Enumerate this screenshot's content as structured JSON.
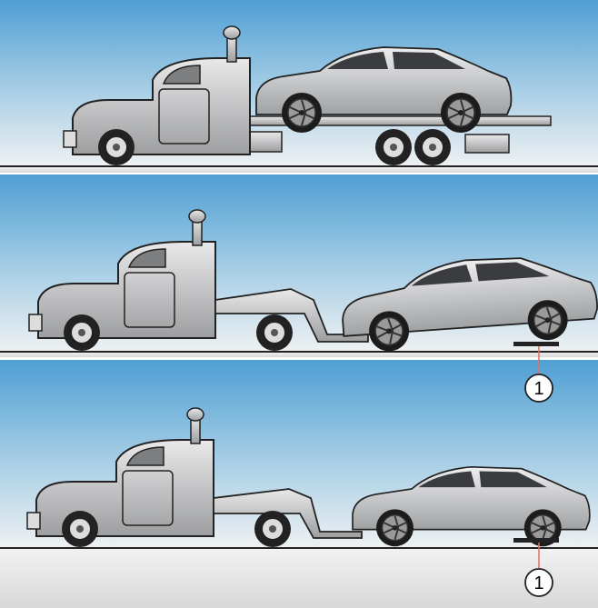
{
  "panels": [
    {
      "name": "flatbed-towing",
      "callout": null
    },
    {
      "name": "wheel-lift-front-with-dollies",
      "callout": "1"
    },
    {
      "name": "wheel-lift-front-rear-dollies",
      "callout": "1"
    }
  ],
  "colors": {
    "sky_top": "#4f9fd4",
    "sky_bottom": "#eef1f2",
    "ground": "#e4e4e4",
    "car_body": "#c8c9cb",
    "truck_body": "#bfc0c2",
    "outline": "#1a1a1a",
    "callout_line": "#e07060"
  }
}
